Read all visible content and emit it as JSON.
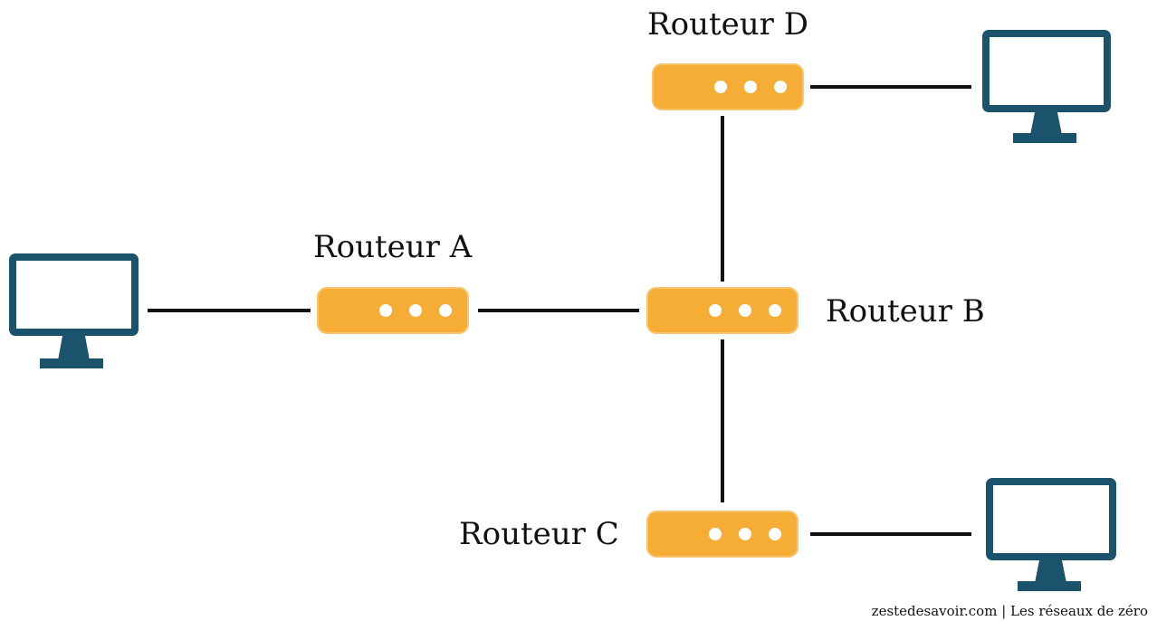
{
  "routers": {
    "a": {
      "label": "Routeur A"
    },
    "b": {
      "label": "Routeur B"
    },
    "c": {
      "label": "Routeur C"
    },
    "d": {
      "label": "Routeur D"
    }
  },
  "computers": [
    {
      "id": "pc-left",
      "connected_to": "Routeur A"
    },
    {
      "id": "pc-top-right",
      "connected_to": "Routeur D"
    },
    {
      "id": "pc-bottom-right",
      "connected_to": "Routeur C"
    }
  ],
  "links": [
    [
      "pc-left",
      "Routeur A"
    ],
    [
      "Routeur A",
      "Routeur B"
    ],
    [
      "Routeur B",
      "Routeur D"
    ],
    [
      "Routeur B",
      "Routeur C"
    ],
    [
      "Routeur D",
      "pc-top-right"
    ],
    [
      "Routeur C",
      "pc-bottom-right"
    ]
  ],
  "colors": {
    "router": "#f5ad35",
    "computer": "#1b526c",
    "link": "#111111"
  },
  "credit": "zestedesavoir.com | Les réseaux de zéro"
}
